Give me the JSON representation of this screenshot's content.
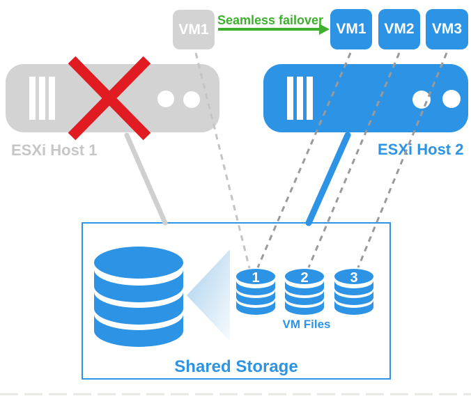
{
  "failover": {
    "label": "Seamless failover"
  },
  "ghost_vm": {
    "label": "VM1"
  },
  "hosts": [
    {
      "label": "ESXi Host 1",
      "status": "failed"
    },
    {
      "label": "ESXi Host 2",
      "status": "active"
    }
  ],
  "vms": [
    {
      "label": "VM1"
    },
    {
      "label": "VM2"
    },
    {
      "label": "VM3"
    }
  ],
  "storage": {
    "title": "Shared Storage",
    "vm_files_label": "VM Files",
    "disks": [
      "1",
      "2",
      "3"
    ]
  },
  "colors": {
    "blue": "#2d93e5",
    "gray": "#d3d3d3",
    "gray_text": "#c6c6c6",
    "red": "#e11b22",
    "green": "#3eb02e",
    "dash_gray": "#9a9a9a",
    "dash_light": "#c4c4c4"
  }
}
